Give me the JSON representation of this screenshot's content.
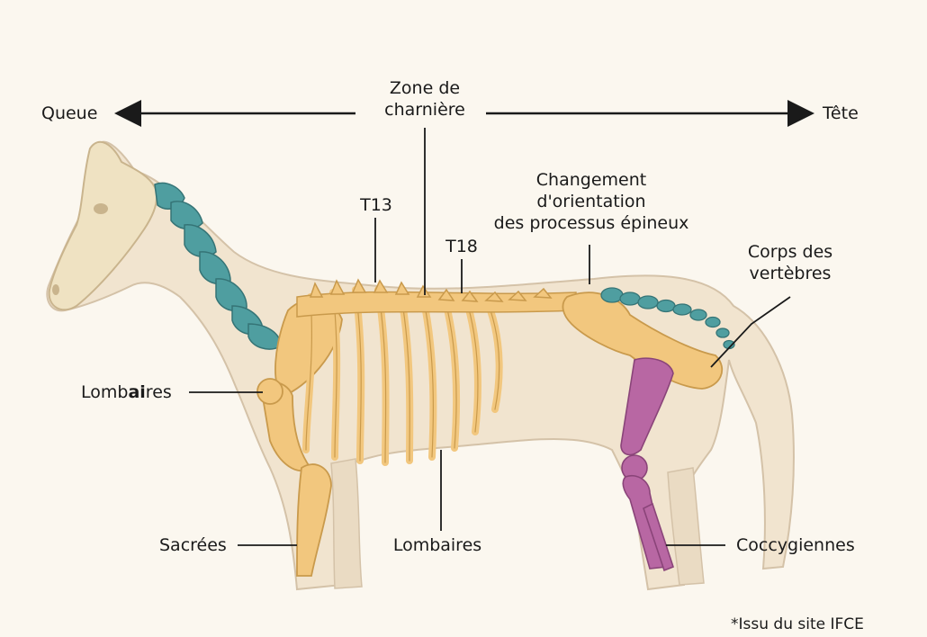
{
  "labels": {
    "tail_direction": "Queue",
    "head_direction": "Tête",
    "hinge_zone_line1": "Zone de",
    "hinge_zone_line2": "charnière",
    "t13": "T13",
    "t18": "T18",
    "spinous_line1": "Changement",
    "spinous_line2": "d'orientation",
    "spinous_line3": "des processus épineux",
    "vertebral_bodies_line1": "Corps des",
    "vertebral_bodies_line2": "vertèbres",
    "lumbar_left_pre": "Lomb",
    "lumbar_left_bold": "ai",
    "lumbar_left_post": "res",
    "sacral": "Sacrées",
    "lumbar_bottom": "Lombaires",
    "coccygeal": "Coccygiennes"
  },
  "footnote": "*Issu du site IFCE",
  "colors": {
    "background": "#fbf7ef",
    "horse_body": "#f1e4cf",
    "skull": "#efe2c2",
    "bones": "#f2c77e",
    "cervical_vertebrae": "#4f9ea0",
    "hind_leg_bones": "#b867a3",
    "text": "#1a1a1a"
  }
}
